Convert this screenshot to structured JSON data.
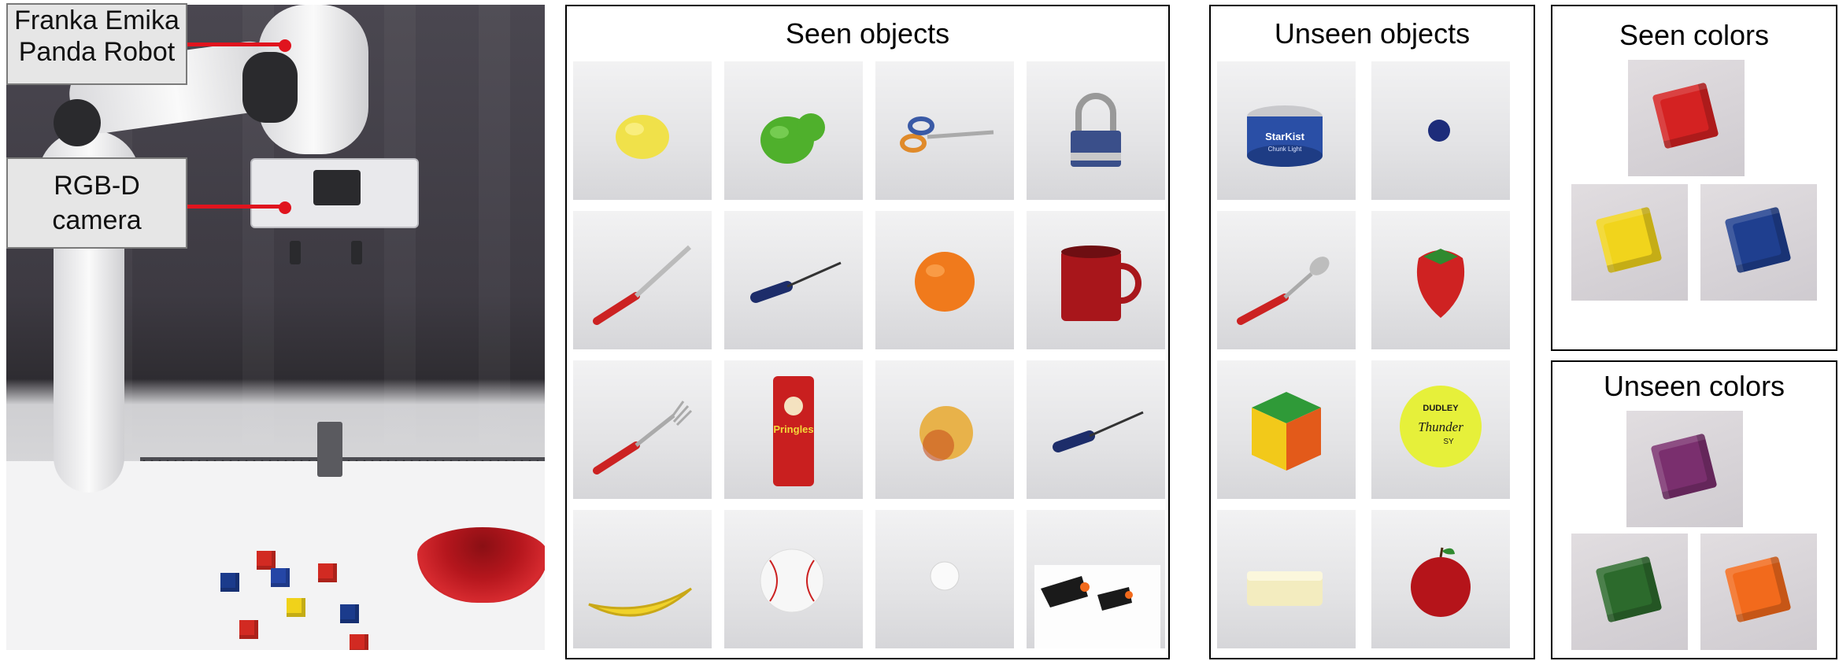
{
  "robot_photo": {
    "callouts": [
      {
        "line1": "Franka Emika",
        "line2": "Panda Robot"
      },
      {
        "line1": "RGB-D",
        "line2": "camera"
      }
    ]
  },
  "seen_objects": {
    "title": "Seen objects",
    "items": [
      "lemon",
      "pear",
      "scissors",
      "padlock",
      "knife",
      "screwdriver",
      "orange",
      "mug",
      "fork",
      "chips-can",
      "peach",
      "screwdriver",
      "banana",
      "baseball",
      "golf-ball",
      "clamps"
    ]
  },
  "unseen_objects": {
    "title": "Unseen objects",
    "items": [
      "tuna-can",
      "blue-ball",
      "spoon",
      "strawberry",
      "rubiks-cube",
      "softball",
      "sponge",
      "apple"
    ]
  },
  "seen_colors": {
    "title": "Seen colors",
    "swatches": [
      {
        "name": "red",
        "color": "#d42222"
      },
      {
        "name": "yellow",
        "color": "#f1d41c"
      },
      {
        "name": "blue",
        "color": "#1f3f8f"
      }
    ]
  },
  "unseen_colors": {
    "title": "Unseen colors",
    "swatches": [
      {
        "name": "purple",
        "color": "#7a2f6e"
      },
      {
        "name": "green",
        "color": "#2c6a2c"
      },
      {
        "name": "orange",
        "color": "#f26a1c"
      }
    ]
  },
  "tile_labels": {
    "tuna_brand": "StarKist",
    "tuna_sub": "Chunk Light",
    "chips_brand": "Pringles",
    "softball_brand": "DUDLEY",
    "softball_model": "Thunder",
    "softball_sub": "SY"
  }
}
